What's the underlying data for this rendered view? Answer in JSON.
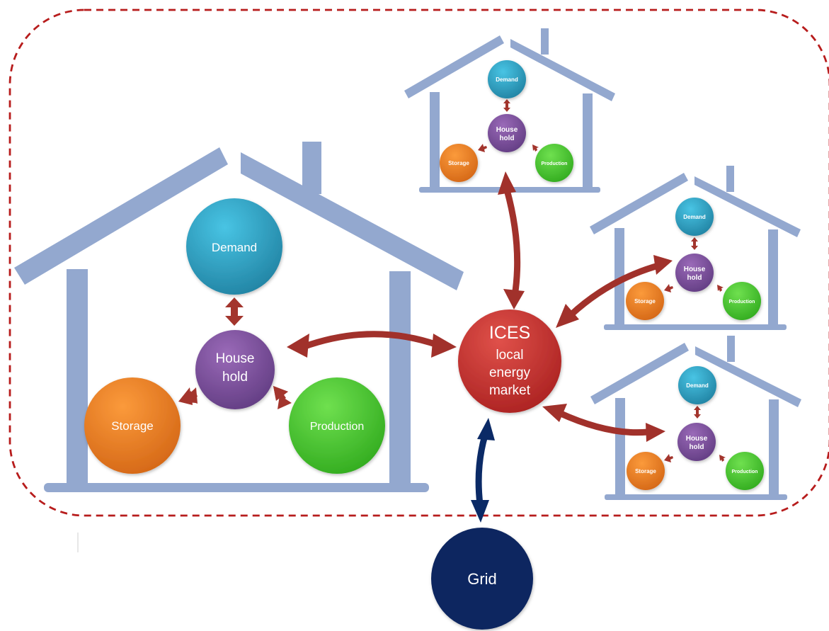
{
  "colors": {
    "boundary": "#b71c1c",
    "house": "#93a8cf",
    "demand": "#2aa3c8",
    "household": "#7d4f9f",
    "storage": "#ee7f22",
    "production": "#45cf2b",
    "market": "#c62828",
    "grid": "#0f2760",
    "market_arrow": "#a1312b",
    "grid_arrow": "#0b2a66",
    "small_arrow": "#a3352d"
  },
  "main_house": {
    "demand": "Demand",
    "household_line1": "House",
    "household_line2": "hold",
    "storage": "Storage",
    "production": "Production"
  },
  "small_houses": [
    {
      "demand": "Demand",
      "household_line1": "House",
      "household_line2": "hold",
      "storage": "Storage",
      "production": "Production"
    },
    {
      "demand": "Demand",
      "household_line1": "House",
      "household_line2": "hold",
      "storage": "Storage",
      "production": "Production"
    },
    {
      "demand": "Demand",
      "household_line1": "House",
      "household_line2": "hold",
      "storage": "Storage",
      "production": "Production"
    }
  ],
  "market": {
    "line1": "ICES",
    "line2": "local",
    "line3": "energy",
    "line4": "market"
  },
  "grid": {
    "label": "Grid"
  }
}
